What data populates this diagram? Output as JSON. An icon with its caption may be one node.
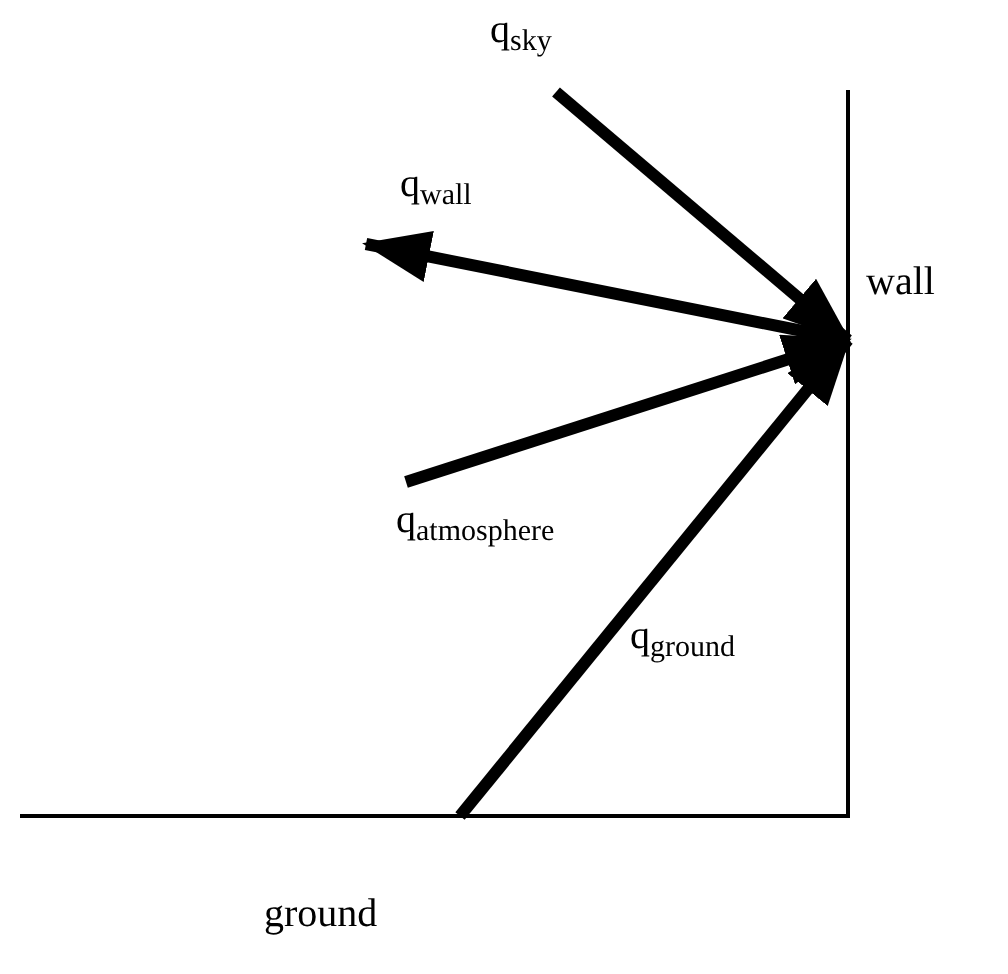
{
  "diagram": {
    "nodes": [
      {
        "text": [
          "wall"
        ]
      },
      {
        "text": [
          "ground"
        ]
      }
    ],
    "edges": [
      {
        "from": null,
        "to": 0,
        "arrow": "to",
        "label": "q$_{sky}$"
      },
      {
        "from": 0,
        "to": null,
        "arrow": "to",
        "label": "q$_{wall}$"
      },
      {
        "from": null,
        "to": 0,
        "arrow": "to",
        "label": "q$_{atmosphere}$"
      },
      {
        "from": 1,
        "to": 0,
        "arrow": "to",
        "label": "q$_{ground}$"
      }
    ]
  }
}
